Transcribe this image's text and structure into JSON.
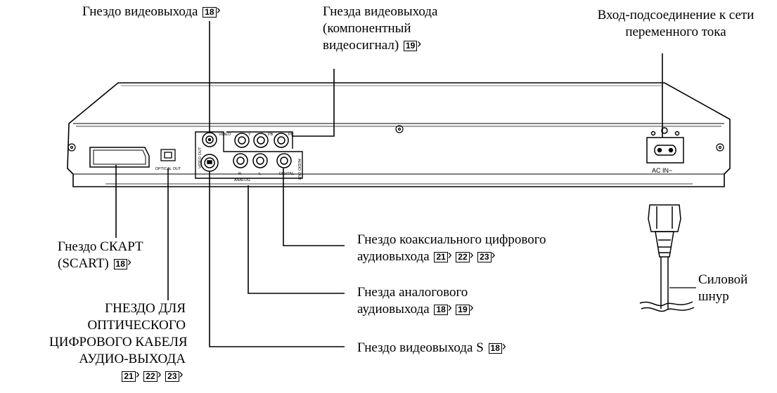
{
  "labels": {
    "video_out": {
      "lines": [
        "Гнездо видеовыхода"
      ],
      "pages": [
        "18"
      ]
    },
    "component_out": {
      "lines": [
        "Гнезда видеовыхода",
        "(компонентный",
        "видеосигнал)"
      ],
      "pages": [
        "19"
      ]
    },
    "ac_inlet": {
      "lines": [
        "Вход-подсоединение к сети",
        "переменного тока"
      ],
      "pages": []
    },
    "scart": {
      "lines": [
        "Гнездо СКАРТ",
        "(SCART)"
      ],
      "pages": [
        "18"
      ]
    },
    "coaxial": {
      "lines": [
        "Гнездо коаксиального цифрового",
        "аудиовыхода"
      ],
      "pages": [
        "21",
        "22",
        "23"
      ]
    },
    "analog_audio": {
      "lines": [
        "Гнезда аналогового",
        "аудиовыхода"
      ],
      "pages": [
        "18",
        "19"
      ]
    },
    "optical": {
      "lines": [
        "ГНЕЗДО ДЛЯ",
        "ОПТИЧЕСКОГО",
        "ЦИФРОВОГО КАБЕЛЯ",
        "АУДИО-ВЫХОДА"
      ],
      "pages": [
        "21",
        "22",
        "23"
      ]
    },
    "power_cord": {
      "lines": [
        "Силовой",
        "шнур"
      ],
      "pages": []
    },
    "s_video": {
      "lines": [
        "Гнездо видеовыхода S"
      ],
      "pages": [
        "18"
      ]
    }
  },
  "panel_text": {
    "optical_out": "OPTICAL OUT",
    "video_out": "VIDEO OUT",
    "video": "VIDEO",
    "y": "Y",
    "pb": "PB",
    "pr": "PR",
    "r": "R",
    "l": "L",
    "analog": "ANALOG",
    "digital": "DIGITAL",
    "audio_out": "AUDIO OUT",
    "ac_in": "AC IN~"
  },
  "colors": {
    "line": "#000000",
    "panel": "#ffffff"
  }
}
